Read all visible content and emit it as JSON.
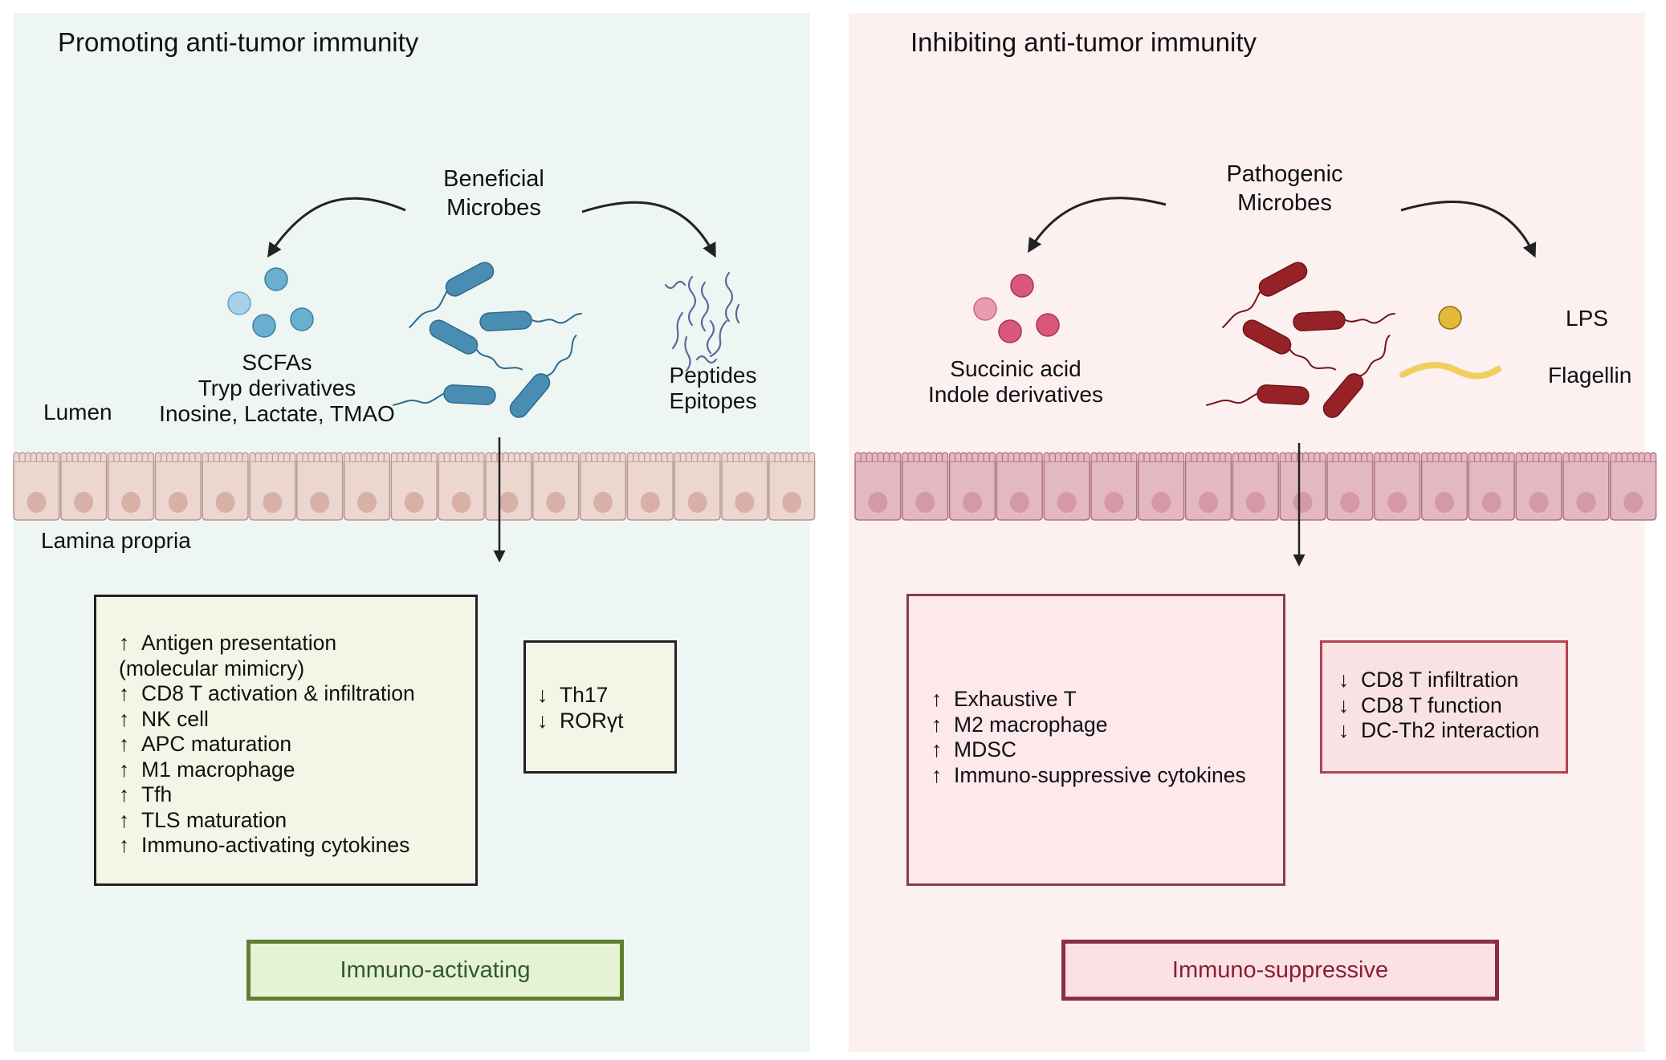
{
  "left_panel": {
    "title": "Promoting anti-tumor immunity",
    "source": [
      "Beneficial",
      "Microbes"
    ],
    "metabolites": [
      "SCFAs",
      "Tryp derivatives",
      "Inosine, Lactate, TMAO"
    ],
    "antigens": [
      "Peptides",
      "Epitopes"
    ],
    "lumen_label": "Lumen",
    "lamina_label": "Lamina propria",
    "effects_up": [
      {
        "arrow": "↑",
        "text": "Antigen presentation"
      },
      {
        "arrow": "",
        "text": "(molecular mimicry)"
      },
      {
        "arrow": "↑",
        "text": "CD8 T activation & infiltration"
      },
      {
        "arrow": "↑",
        "text": "NK cell"
      },
      {
        "arrow": "↑",
        "text": "APC maturation"
      },
      {
        "arrow": "↑",
        "text": "M1 macrophage"
      },
      {
        "arrow": "↑",
        "text": "Tfh"
      },
      {
        "arrow": "↑",
        "text": "TLS maturation"
      },
      {
        "arrow": "↑",
        "text": "Immuno-activating cytokines"
      }
    ],
    "effects_down": [
      {
        "arrow": "↓",
        "text": "Th17"
      },
      {
        "arrow": "↓",
        "text": "RORγt"
      }
    ],
    "outcome": "Immuno-activating",
    "colors": {
      "bacteria": "#4a8db3",
      "bacteria_stroke": "#2e6a8c",
      "metabolite": "#6aaed0",
      "peptide": "#5a6a9a",
      "outcome_border": "#5e7f30",
      "outcome_fill": "#e6f2d6",
      "outcome_text": "#2f5a2a",
      "box_fill": "#f3f6e6",
      "box_border": "#222222",
      "epithelium": "#ecd6d0",
      "epithelium_stroke": "#b8958d",
      "nucleus": "#d8b0a8"
    }
  },
  "right_panel": {
    "title": "Inhibiting anti-tumor immunity",
    "source": [
      "Pathogenic",
      "Microbes"
    ],
    "metabolites": [
      "Succinic acid",
      "Indole derivatives"
    ],
    "lps_label": "LPS",
    "flagellin_label": "Flagellin",
    "effects_up": [
      {
        "arrow": "↑",
        "text": "Exhaustive T"
      },
      {
        "arrow": "↑",
        "text": "M2 macrophage"
      },
      {
        "arrow": "↑",
        "text": "MDSC"
      },
      {
        "arrow": "↑",
        "text": "Immuno-suppressive cytokines"
      }
    ],
    "effects_down": [
      {
        "arrow": "↓",
        "text": "CD8 T infiltration"
      },
      {
        "arrow": "↓",
        "text": "CD8 T function"
      },
      {
        "arrow": "↓",
        "text": "DC-Th2 interaction"
      }
    ],
    "outcome": "Immuno-suppressive",
    "colors": {
      "bacteria": "#962227",
      "bacteria_stroke": "#6e1518",
      "metabolite": "#d9577a",
      "lps": "#e3b93a",
      "flagellin": "#f0d067",
      "outcome_border": "#8a2e48",
      "outcome_fill": "#fbe1e6",
      "outcome_text": "#8a1f2f",
      "box_fill": "#fde8ec",
      "box_border": "#8a3a4e",
      "small_box_fill": "#f9e2e3",
      "small_box_border": "#b04450",
      "epithelium": "#e4b8c0",
      "epithelium_stroke": "#b07080",
      "nucleus": "#d498a6"
    }
  }
}
